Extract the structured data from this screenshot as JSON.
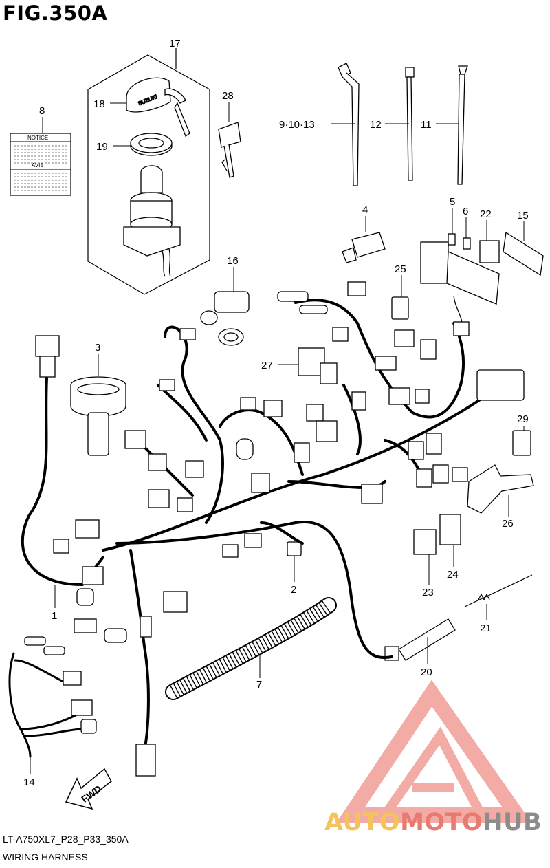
{
  "figure": {
    "title": "FIG.350A",
    "model_code": "LT-A750XL7_P28_P33_350A",
    "name": "WIRING HARNESS"
  },
  "label_part": {
    "notice": "NOTICE",
    "avis": "AVIS"
  },
  "key_brand": "SUZUKI",
  "direction_arrow": "FWD",
  "watermark": {
    "part_a": "AUTO",
    "part_b": "MOTO",
    "part_c": "HUB",
    "colors": {
      "auto": "#f6c35a",
      "moto": "#e87a72",
      "hub": "#8c8c8c"
    }
  },
  "callouts": {
    "c1": "1",
    "c2": "2",
    "c3": "3",
    "c4": "4",
    "c5": "5",
    "c6": "6",
    "c7": "7",
    "c8": "8",
    "c9_10_13": "9·10·13",
    "c11": "11",
    "c12": "12",
    "c14": "14",
    "c15": "15",
    "c16": "16",
    "c17": "17",
    "c18": "18",
    "c19": "19",
    "c20": "20",
    "c21": "21",
    "c22": "22",
    "c23": "23",
    "c24": "24",
    "c25": "25",
    "c26": "26",
    "c27": "27",
    "c28": "28",
    "c29": "29"
  }
}
